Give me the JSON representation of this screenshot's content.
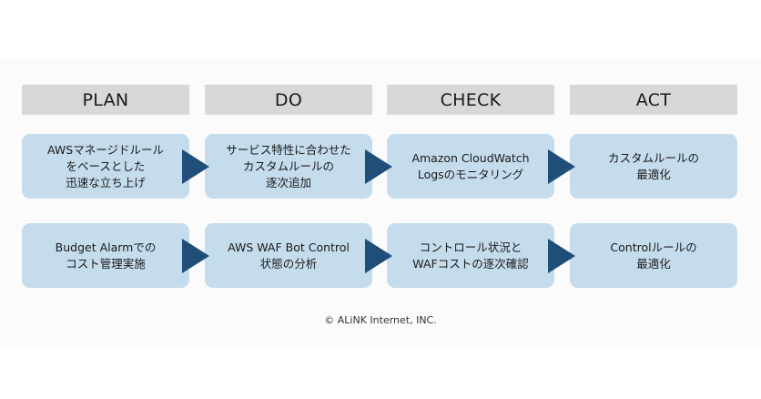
{
  "headers": [
    "PLAN",
    "DO",
    "CHECK",
    "ACT"
  ],
  "rows": [
    [
      [
        "AWSマネージドルール",
        "をベースとした",
        "迅速な立ち上げ"
      ],
      [
        "サービス特性に合わせた",
        "カスタムルールの",
        "逐次追加"
      ],
      [
        "Amazon CloudWatch",
        "Logsのモニタリング"
      ],
      [
        "カスタムルールの",
        "最適化"
      ]
    ],
    [
      [
        "Budget Alarmでの",
        "コスト管理実施"
      ],
      [
        "AWS WAF Bot Control",
        "状態の分析"
      ],
      [
        "コントロール状況と",
        "WAFコストの逐次確認"
      ],
      [
        "Controlルールの",
        "最適化"
      ]
    ]
  ],
  "footer": "© ALiNK Internet, INC.",
  "colors": {
    "header_bg": "#d8d8d8",
    "box_bg": "#c5dcec",
    "arrow": "#1f4e79"
  }
}
